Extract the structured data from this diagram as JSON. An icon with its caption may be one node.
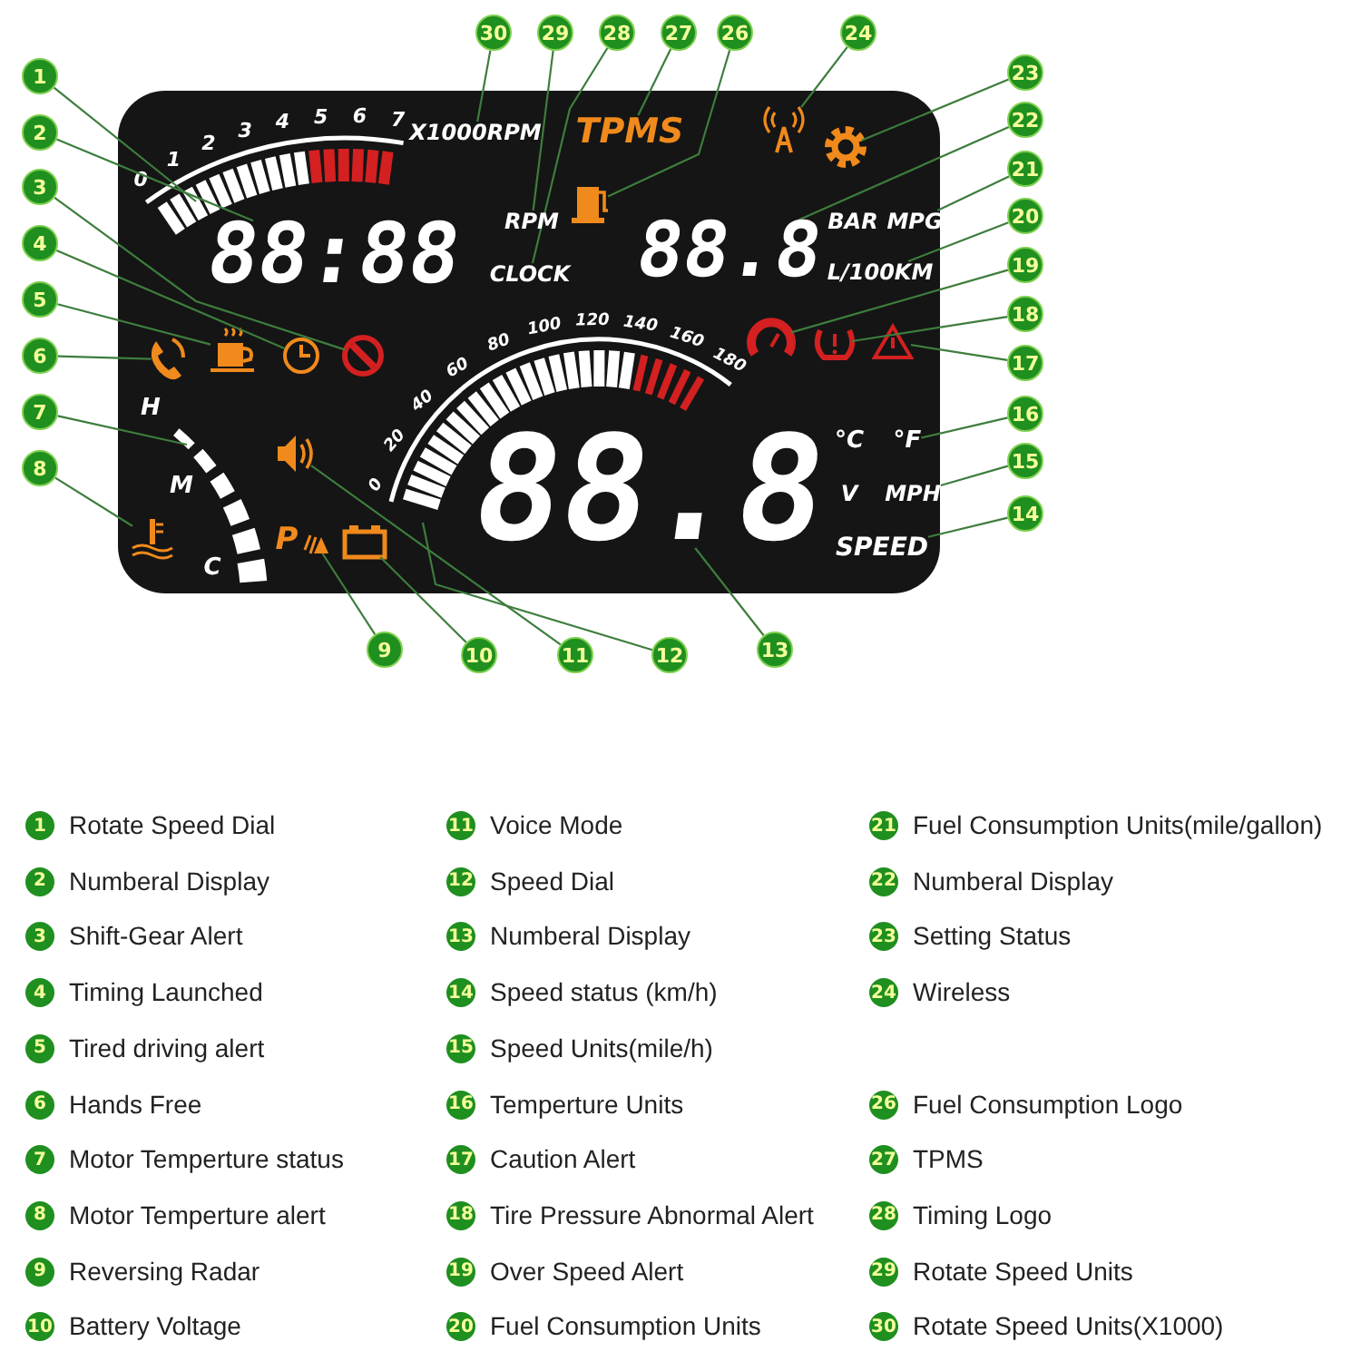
{
  "diagram": {
    "nodes": [
      {
        "text": [
          "1"
        ]
      },
      {
        "text": [
          "2"
        ]
      },
      {
        "text": [
          "3"
        ]
      },
      {
        "text": [
          "4"
        ]
      },
      {
        "text": [
          "5"
        ]
      },
      {
        "text": [
          "6"
        ]
      },
      {
        "text": [
          "7"
        ]
      },
      {
        "text": [
          "8"
        ]
      },
      {
        "text": [
          "9"
        ]
      },
      {
        "text": [
          "10"
        ]
      },
      {
        "text": [
          "11"
        ]
      },
      {
        "text": [
          "12"
        ]
      },
      {
        "text": [
          "13"
        ]
      },
      {
        "text": [
          "14"
        ]
      },
      {
        "text": [
          "15"
        ]
      },
      {
        "text": [
          "16"
        ]
      },
      {
        "text": [
          "17"
        ]
      },
      {
        "text": [
          "18"
        ]
      },
      {
        "text": [
          "19"
        ]
      },
      {
        "text": [
          "20"
        ]
      },
      {
        "text": [
          "21"
        ]
      },
      {
        "text": [
          "22"
        ]
      },
      {
        "text": [
          "23"
        ]
      },
      {
        "text": [
          "24"
        ]
      },
      {
        "text": [
          "26"
        ]
      },
      {
        "text": [
          "27"
        ]
      },
      {
        "text": [
          "28"
        ]
      },
      {
        "text": [
          "29"
        ]
      },
      {
        "text": [
          "30"
        ]
      },
      {
        "text": [
          "88:88"
        ]
      },
      {
        "text": [
          "88.8"
        ]
      },
      {
        "text": [
          "88.8"
        ]
      },
      {
        "text": [
          "SPEED"
        ]
      },
      {
        "text": [
          "MPH"
        ]
      },
      {
        "text": [
          "°F"
        ]
      },
      {
        "text": [
          "L/100KM"
        ]
      },
      {
        "text": [
          "MPG"
        ]
      },
      {
        "text": [
          "TPMS"
        ]
      },
      {
        "text": [
          "CLOCK"
        ]
      },
      {
        "text": [
          "RPM"
        ]
      },
      {
        "text": [
          "X1000RPM"
        ]
      },
      {
        "text": [
          "0",
          "1",
          "2",
          "3",
          "4",
          "5",
          "6",
          "7"
        ]
      },
      {
        "text": [],
        "shape": "icon"
      },
      {
        "text": [],
        "shape": "icon"
      },
      {
        "text": [],
        "shape": "icon"
      },
      {
        "text": [],
        "shape": "icon"
      },
      {
        "text": [
          "H",
          "M",
          "C"
        ]
      },
      {
        "text": [],
        "shape": "icon"
      },
      {
        "text": [],
        "shape": "icon",
        "beside": [
          "P"
        ]
      },
      {
        "text": [],
        "shape": "box"
      },
      {
        "text": [],
        "shape": "icon"
      },
      {
        "text": [
          "0",
          "20",
          "40",
          "60",
          "80",
          "100",
          "120",
          "140",
          "160",
          "180"
        ]
      },
      {
        "text": [],
        "shape": "icon"
      },
      {
        "text": [],
        "shape": "icon"
      },
      {
        "text": [],
        "shape": "icon"
      },
      {
        "text": [],
        "shape": "icon"
      },
      {
        "text": [],
        "shape": "icon"
      },
      {
        "text": [],
        "shape": "box"
      }
    ],
    "edges": [
      {
        "from": 0,
        "to": 41,
        "arrow": "none"
      },
      {
        "from": 1,
        "to": 29,
        "arrow": "none"
      },
      {
        "from": 2,
        "to": 42,
        "arrow": "none"
      },
      {
        "from": 3,
        "to": 43,
        "arrow": "none"
      },
      {
        "from": 4,
        "to": 44,
        "arrow": "none"
      },
      {
        "from": 5,
        "to": 45,
        "arrow": "none"
      },
      {
        "from": 6,
        "to": 46,
        "arrow": "none"
      },
      {
        "from": 7,
        "to": 47,
        "arrow": "none"
      },
      {
        "from": 8,
        "to": 48,
        "arrow": "none"
      },
      {
        "from": 9,
        "to": 49,
        "arrow": "none"
      },
      {
        "from": 10,
        "to": 50,
        "arrow": "none"
      },
      {
        "from": 11,
        "to": 51,
        "arrow": "none"
      },
      {
        "from": 12,
        "to": 31,
        "arrow": "none"
      },
      {
        "from": 13,
        "to": 32,
        "arrow": "none"
      },
      {
        "from": 14,
        "to": 33,
        "arrow": "none"
      },
      {
        "from": 15,
        "to": 34,
        "arrow": "none"
      },
      {
        "from": 16,
        "to": 52,
        "arrow": "none"
      },
      {
        "from": 17,
        "to": 53,
        "arrow": "none"
      },
      {
        "from": 18,
        "to": 54,
        "arrow": "none"
      },
      {
        "from": 19,
        "to": 35,
        "arrow": "none"
      },
      {
        "from": 20,
        "to": 36,
        "arrow": "none"
      },
      {
        "from": 21,
        "to": 30,
        "arrow": "none"
      },
      {
        "from": 22,
        "to": 55,
        "arrow": "none"
      },
      {
        "from": 23,
        "to": 56,
        "arrow": "none"
      },
      {
        "from": 24,
        "to": 57,
        "arrow": "none"
      },
      {
        "from": 25,
        "to": 37,
        "arrow": "none"
      },
      {
        "from": 26,
        "to": 38,
        "arrow": "none"
      },
      {
        "from": 27,
        "to": 39,
        "arrow": "none"
      },
      {
        "from": 28,
        "to": 40,
        "arrow": "none"
      }
    ],
    "labels": [
      "BAR",
      "°C",
      "V",
      "1",
      "Rotate Speed Dial",
      "11",
      "Voice Mode",
      "21",
      "Fuel Consumption Units(mile/gallon)",
      "2",
      "Numberal Display",
      "12",
      "Speed Dial",
      "22",
      "Numberal Display",
      "3",
      "Shift-Gear Alert",
      "13",
      "Numberal Display",
      "23",
      "Setting Status",
      "4",
      "Timing Launched",
      "14",
      "Speed status (km/h)",
      "24",
      "Wireless",
      "5",
      "Tired driving alert",
      "15",
      "Speed Units(mile/h)",
      "6",
      "Hands Free",
      "16",
      "Temperture Units",
      "26",
      "Fuel Consumption Logo",
      "7",
      "Motor Temperture status",
      "17",
      "Caution Alert",
      "27",
      "TPMS",
      "8",
      "Motor Temperture alert",
      "18",
      "Tire Pressure Abnormal Alert",
      "28",
      "Timing Logo",
      "9",
      "Reversing Radar",
      "19",
      "Over Speed Alert",
      "29",
      "Rotate Speed Units",
      "10",
      "Battery Voltage",
      "20",
      "Fuel Consumption Units",
      "30",
      "Rotate Speed Units(X1000)"
    ]
  }
}
